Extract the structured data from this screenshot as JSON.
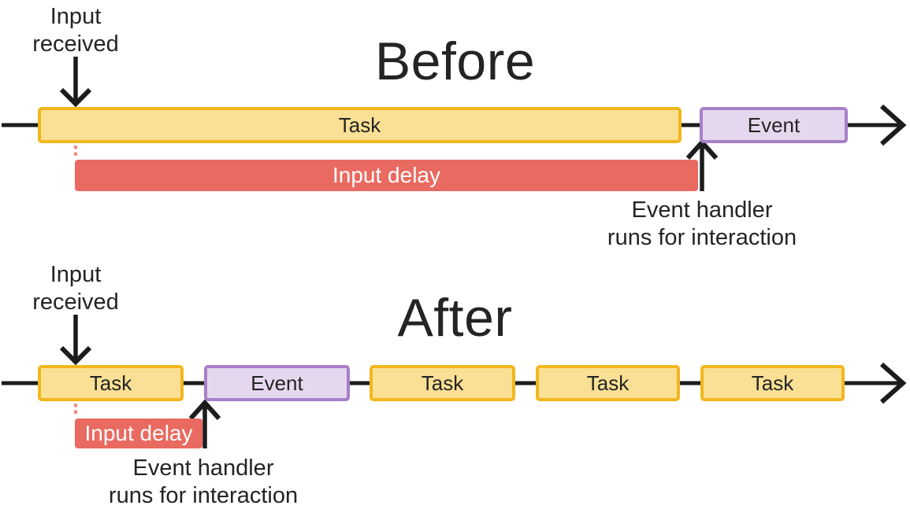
{
  "colors": {
    "task-fill": "#FAE094",
    "task-border": "#F2B71E",
    "event-fill": "#E5D8EE",
    "event-border": "#A780C7",
    "delay-fill": "#E96A60",
    "delay-dot": "#EE8A7E",
    "line": "#1C1C1C",
    "text": "#242424",
    "delay-text": "#FFFFFF"
  },
  "before": {
    "title": "Before",
    "input_lines": [
      "Input",
      "received"
    ],
    "task_label": "Task",
    "event_label": "Event",
    "delay_label": "Input delay",
    "handler_lines": [
      "Event handler",
      "runs for interaction"
    ]
  },
  "after": {
    "title": "After",
    "input_lines": [
      "Input",
      "received"
    ],
    "task_labels": [
      "Task",
      "Task",
      "Task",
      "Task"
    ],
    "event_label": "Event",
    "delay_label": "Input delay",
    "handler_lines": [
      "Event handler",
      "runs for interaction"
    ]
  }
}
